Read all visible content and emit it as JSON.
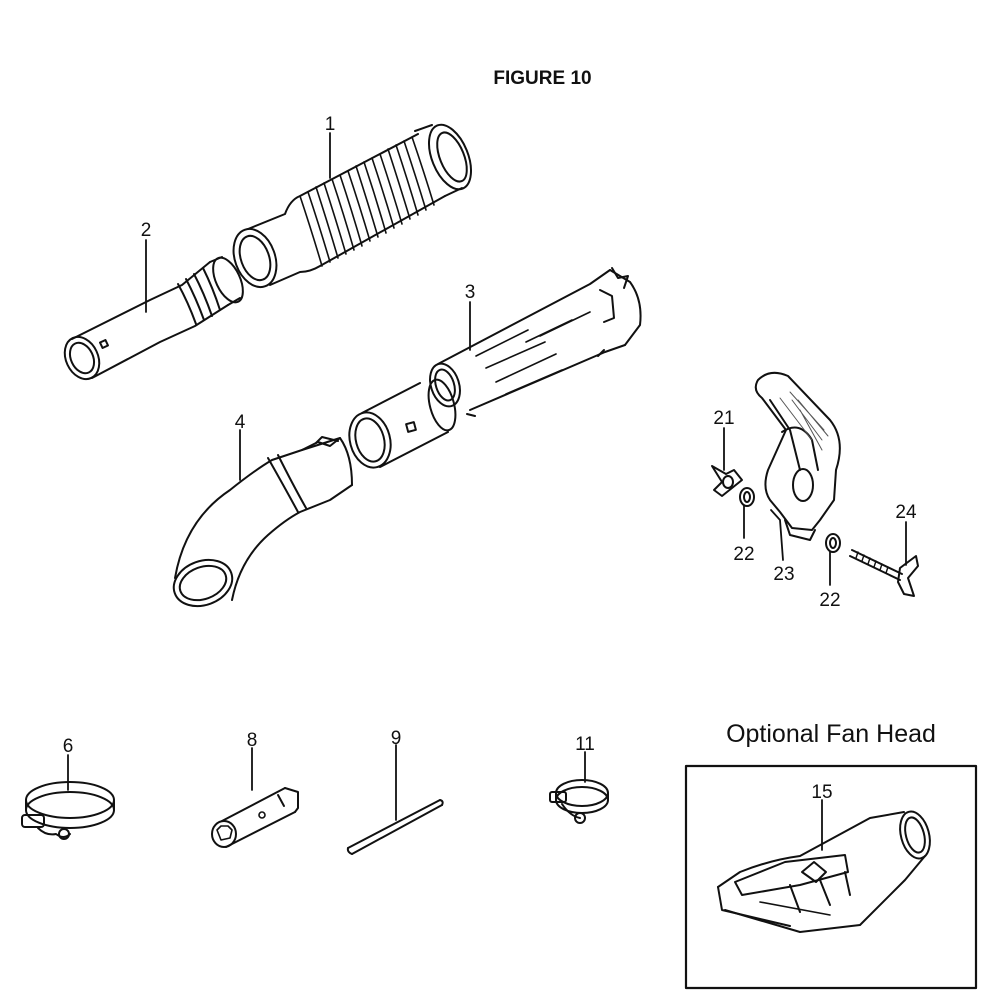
{
  "figure_title": "FIGURE 10",
  "optional_section_title": "Optional Fan Head",
  "callouts": {
    "c1": "1",
    "c2": "2",
    "c3": "3",
    "c4": "4",
    "c6": "6",
    "c8": "8",
    "c9": "9",
    "c11": "11",
    "c15": "15",
    "c21": "21",
    "c22a": "22",
    "c22b": "22",
    "c23": "23",
    "c24": "24"
  }
}
